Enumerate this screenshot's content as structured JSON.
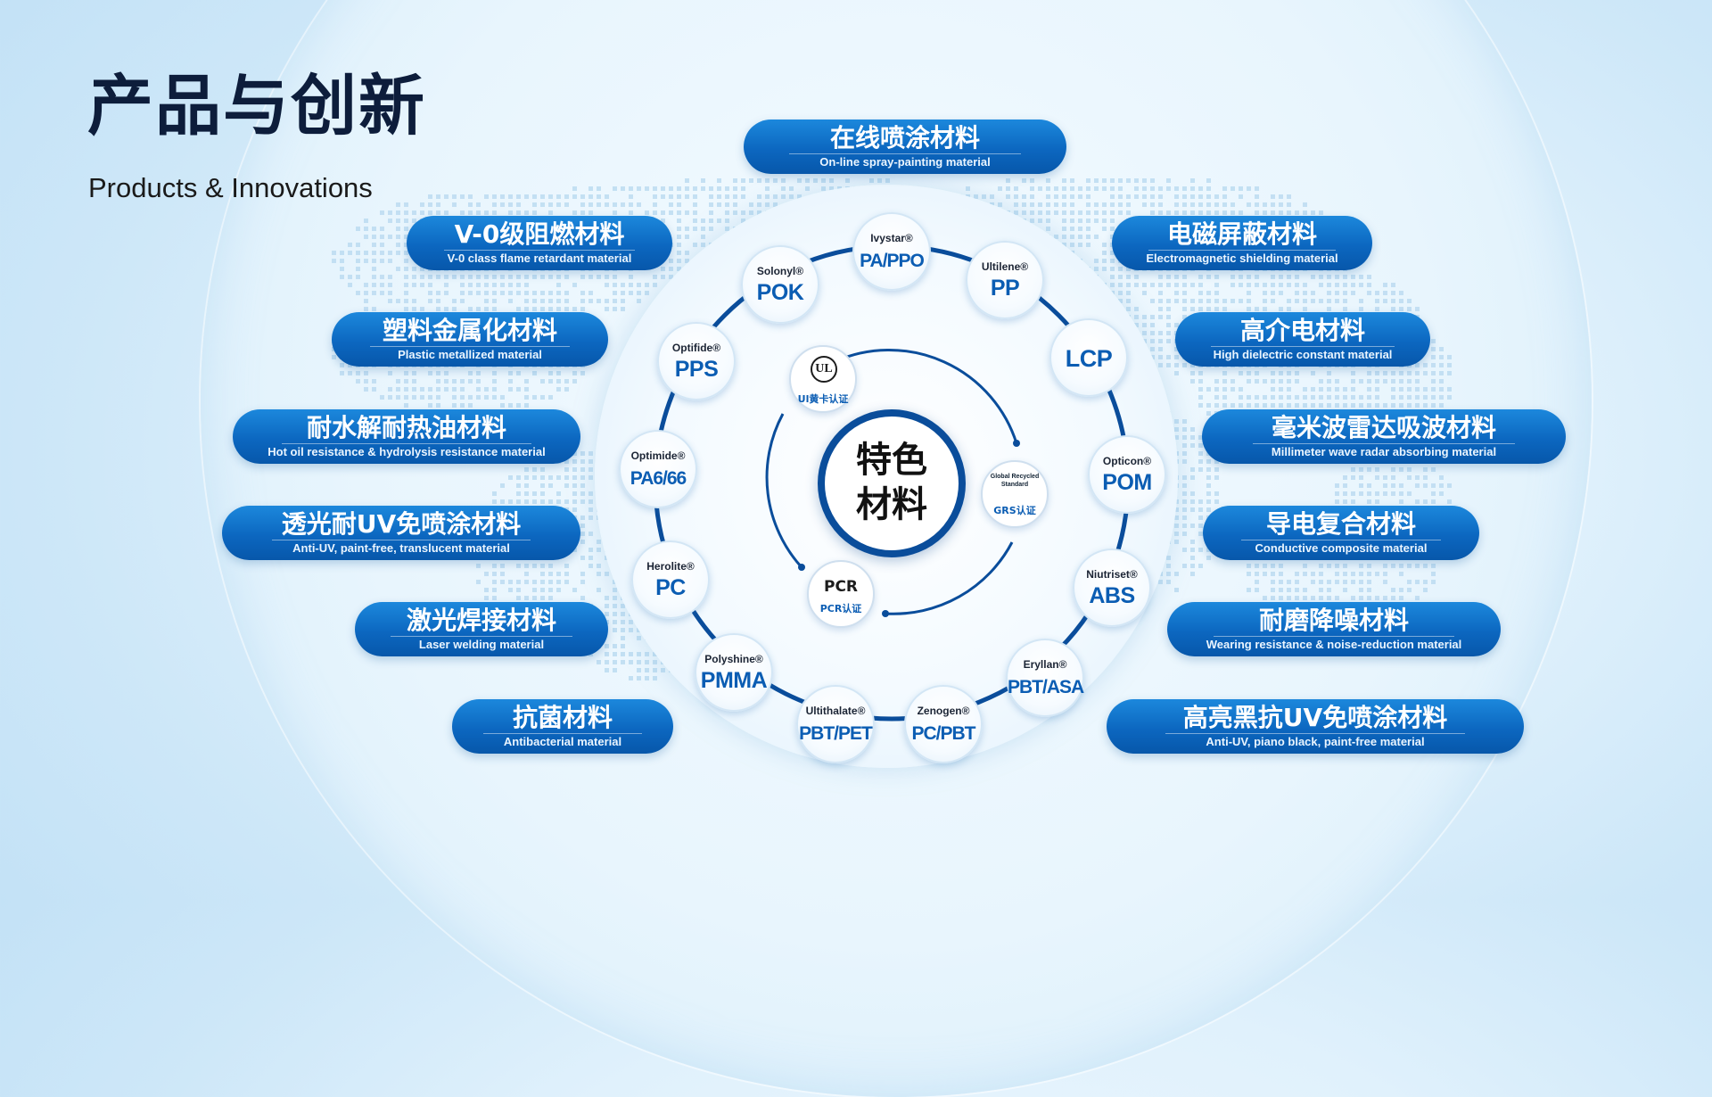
{
  "title": {
    "zh": "产品与创新",
    "en": "Products & Innovations"
  },
  "left_pills": [
    {
      "zh": "V-0级阻燃材料",
      "en": "V-0 class flame retardant material"
    },
    {
      "zh": "塑料金属化材料",
      "en": "Plastic metallized material"
    },
    {
      "zh": "耐水解耐热油材料",
      "en": "Hot oil resistance & hydrolysis resistance material"
    },
    {
      "zh": "透光耐UV免喷涂材料",
      "en": "Anti-UV, paint-free, translucent material"
    },
    {
      "zh": "激光焊接材料",
      "en": "Laser welding material"
    },
    {
      "zh": "抗菌材料",
      "en": "Antibacterial material"
    }
  ],
  "top_pill": {
    "zh": "在线喷涂材料",
    "en": "On-line spray-painting material"
  },
  "right_pills": [
    {
      "zh": "电磁屏蔽材料",
      "en": "Electromagnetic shielding material"
    },
    {
      "zh": "高介电材料",
      "en": "High dielectric constant material"
    },
    {
      "zh": "毫米波雷达吸波材料",
      "en": "Millimeter wave radar absorbing material"
    },
    {
      "zh": "导电复合材料",
      "en": "Conductive composite material"
    },
    {
      "zh": "耐磨降噪材料",
      "en": "Wearing resistance & noise-reduction material"
    },
    {
      "zh": "高亮黑抗UV免喷涂材料",
      "en": "Anti-UV, piano black, paint-free material"
    }
  ],
  "ring_nodes": [
    {
      "brand": "Ivystar®",
      "material": "PA/PPO"
    },
    {
      "brand": "Ultilene®",
      "material": "PP"
    },
    {
      "brand": "",
      "material": "LCP"
    },
    {
      "brand": "Opticon®",
      "material": "POM"
    },
    {
      "brand": "Niutriset®",
      "material": "ABS"
    },
    {
      "brand": "Eryllan®",
      "material": "PBT/ASA"
    },
    {
      "brand": "Zenogen®",
      "material": "PC/PBT"
    },
    {
      "brand": "Ultithalate®",
      "material": "PBT/PET"
    },
    {
      "brand": "Polyshine®",
      "material": "PMMA"
    },
    {
      "brand": "Herolite®",
      "material": "PC"
    },
    {
      "brand": "Optimide®",
      "material": "PA6/66"
    },
    {
      "brand": "Optifide®",
      "material": "PPS"
    },
    {
      "brand": "Solonyl®",
      "material": "POK"
    }
  ],
  "center": {
    "line1": "特色",
    "line2": "材料"
  },
  "certifications": {
    "ul": {
      "logo": "UL",
      "caption": "Ul黄卡认证"
    },
    "grs": {
      "logo_line1": "Global Recycled",
      "logo_line2": "Standard",
      "caption": "GRS认证"
    },
    "pcr": {
      "logo": "PCR",
      "caption": "PCR认证"
    }
  },
  "colors": {
    "pill": "#0c67c0",
    "ring": "#0a4d9b",
    "accent": "#0b5db3",
    "title": "#0d1d3b"
  }
}
